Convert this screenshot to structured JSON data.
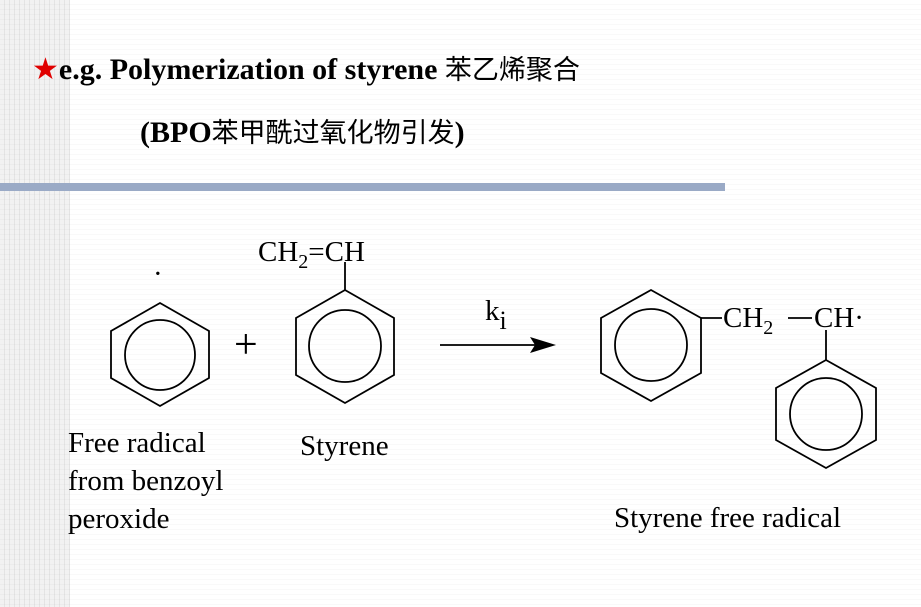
{
  "title": {
    "star": "★",
    "line1_text": "e.g.  Polymerization of styrene ",
    "line1_cjk": "苯乙烯聚合",
    "line2_open": "(BPO",
    "line2_cjk": "苯甲酰过氧化物引发",
    "line2_close": ")"
  },
  "reaction": {
    "radical_label": [
      "Free radical",
      "from benzoyl",
      "peroxide"
    ],
    "styrene_label": "Styrene",
    "vinyl_group": {
      "main": "CH",
      "sub": "2",
      "rest": "=CH"
    },
    "plus": "+",
    "rate_constant": {
      "main": "k",
      "sub": "i"
    },
    "product_group": {
      "ch2_main": "CH",
      "ch2_sub": "2",
      "ch": "CH·"
    },
    "product_label": "Styrene free radical",
    "radical_dot": "·"
  },
  "colors": {
    "star": "#e00000",
    "rule": "#9aaac6",
    "ink": "#000000"
  }
}
